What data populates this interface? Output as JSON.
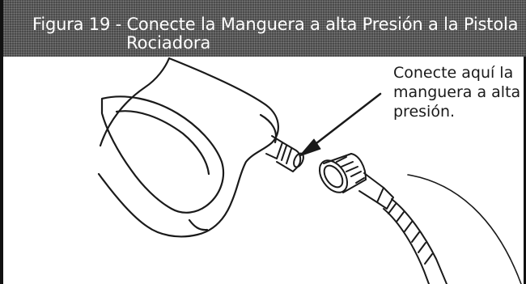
{
  "figure": {
    "title_line1": "Figura 19 - Conecte la Manguera a alta Presión a la Pistola",
    "title_line2": "Rociadora",
    "callout": "Conecte aquí la manguera a alta presión."
  },
  "colors": {
    "header_bg": "#4a4a4a",
    "header_text": "#ffffff",
    "line_art": "#1a1a1a",
    "frame_border": "#111111"
  },
  "illustration": {
    "parts": [
      "spray-gun-handle",
      "gun-inlet-fitting",
      "hose-coupling",
      "high-pressure-hose",
      "arrow-indicator"
    ]
  }
}
